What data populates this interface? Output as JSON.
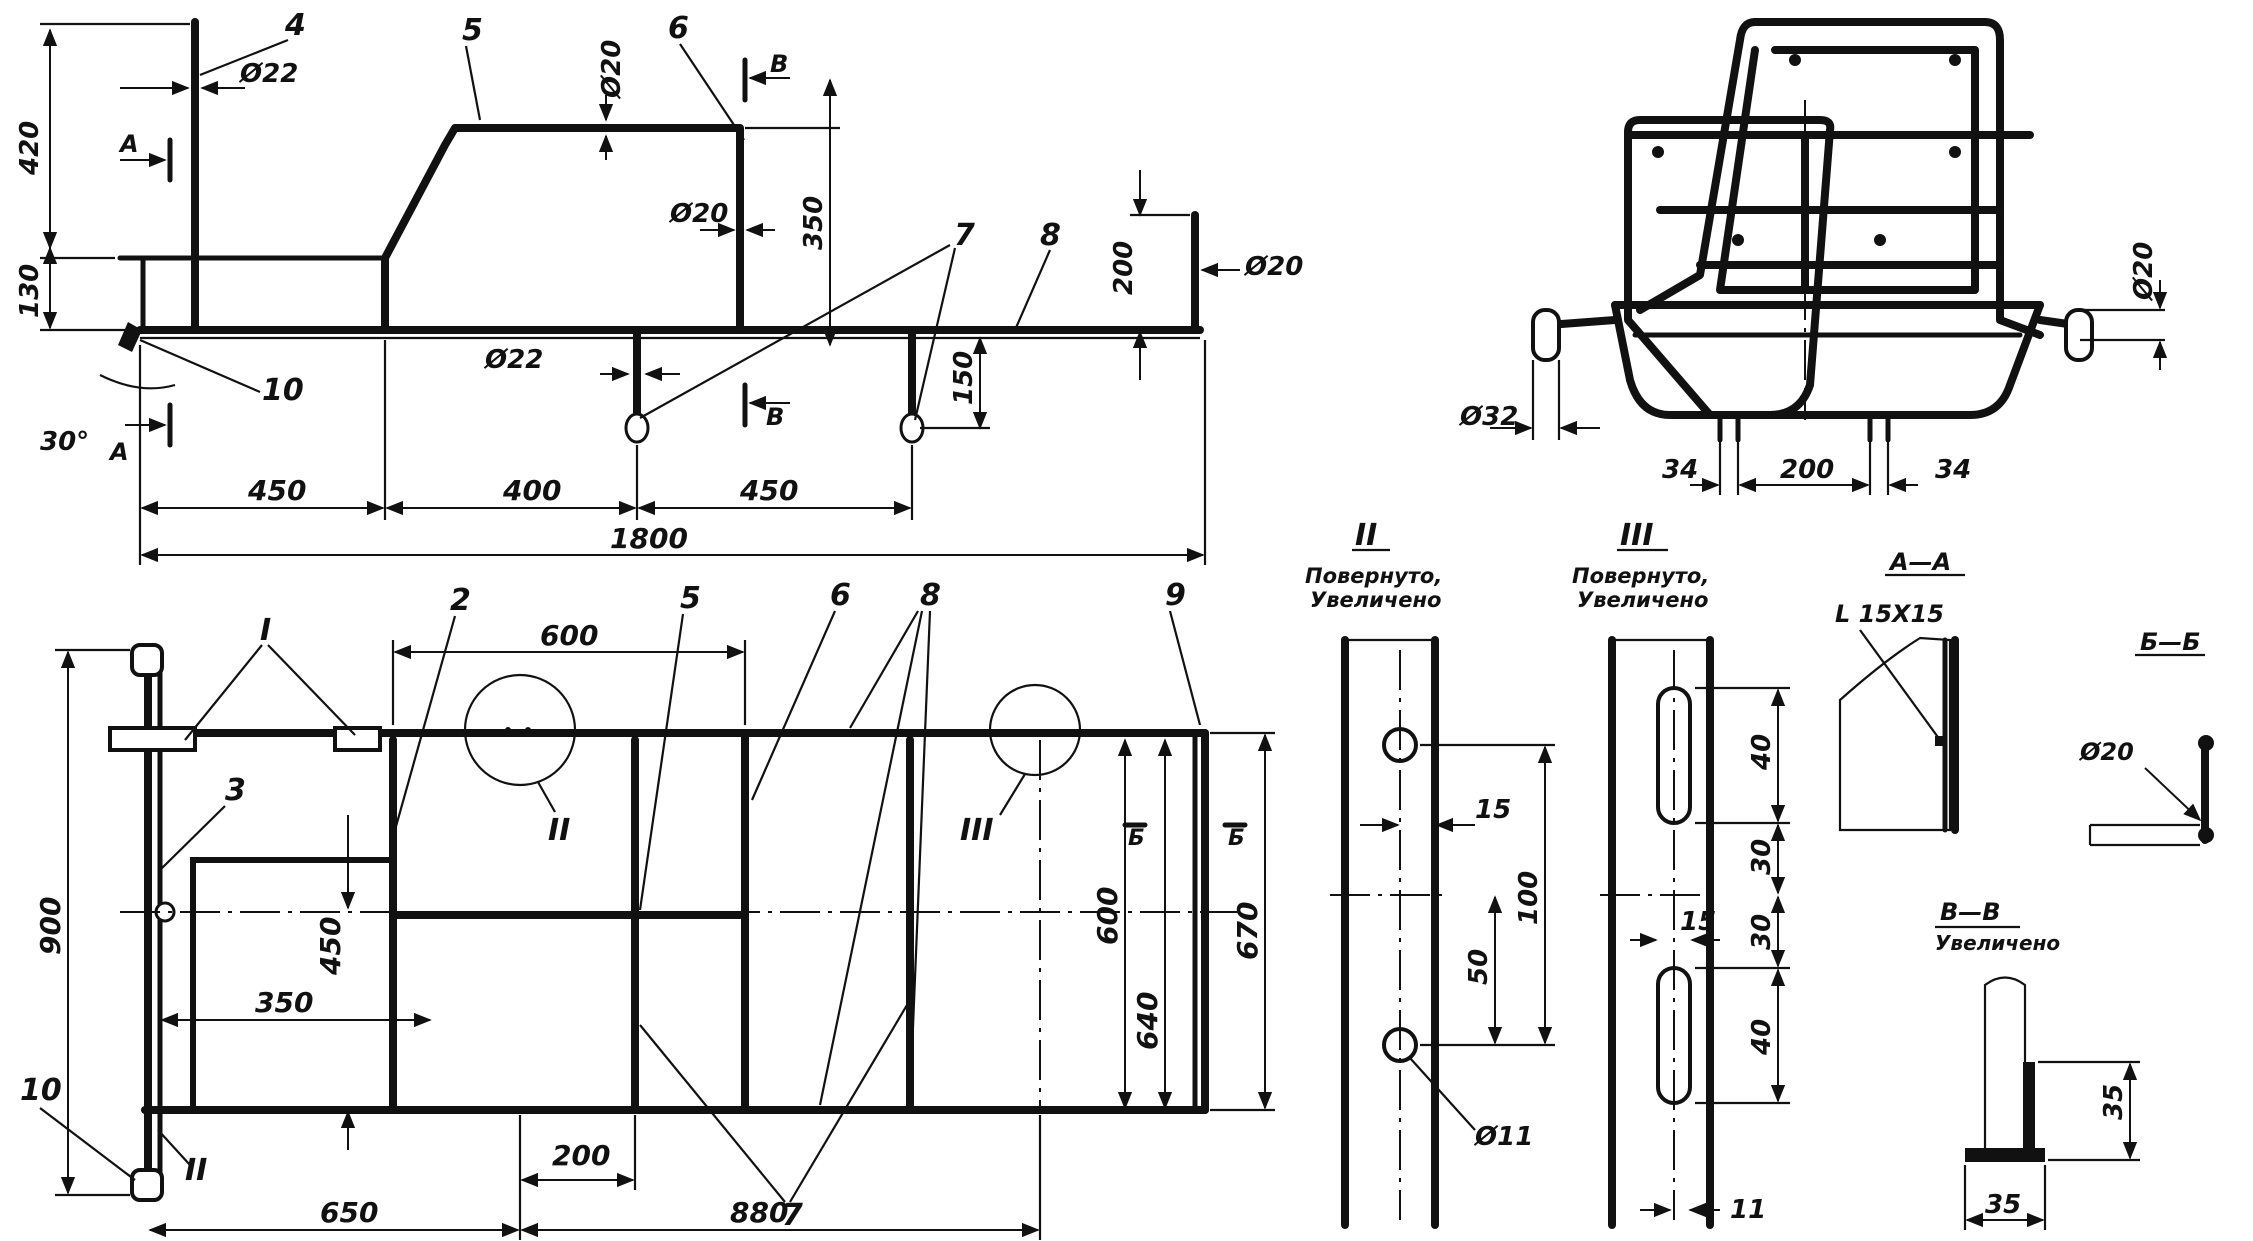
{
  "palette": {
    "ink": "#111111",
    "paper": "#ffffff"
  },
  "side_view": {
    "parts": [
      "4",
      "5",
      "6",
      "7",
      "8",
      "10"
    ],
    "dims": {
      "h420": "420",
      "h130": "130",
      "h350": "350",
      "h200": "200",
      "h150": "150",
      "d22_top": "Ø22",
      "d20_top": "Ø20",
      "d20_mid": "Ø20",
      "d20_right": "Ø20",
      "d22_bottom": "Ø22",
      "angle": "30°",
      "l450a": "450",
      "l400": "400",
      "l450b": "450",
      "l1800": "1800"
    },
    "section_marks": {
      "A": "A",
      "B": "B"
    }
  },
  "front_view": {
    "dims": {
      "d20": "Ø20",
      "d32": "Ø32",
      "w34a": "34",
      "w200": "200",
      "w34b": "34"
    }
  },
  "plan_view": {
    "parts": [
      "I",
      "2",
      "5",
      "6",
      "8",
      "9",
      "3",
      "7",
      "10",
      "II"
    ],
    "dims": {
      "l600": "600",
      "h900": "900",
      "h450": "450",
      "l350": "350",
      "h600": "600",
      "h640": "640",
      "h670": "670",
      "l200": "200",
      "l650": "650",
      "l880": "880"
    },
    "callouts": {
      "II": "II",
      "III": "III"
    },
    "section_marks": {
      "B": "Б"
    }
  },
  "detail_II": {
    "title": "II",
    "note1": "Повернуто,",
    "note2": "Увеличено",
    "dims": {
      "d15": "15",
      "d100": "100",
      "d50": "50",
      "hole": "Ø11"
    }
  },
  "detail_III": {
    "title": "III",
    "note1": "Повернуто,",
    "note2": "Увеличено",
    "dims": {
      "d40a": "40",
      "d30a": "30",
      "d15": "15",
      "d30b": "30",
      "d40b": "40",
      "d11": "11"
    }
  },
  "section_AA": {
    "title": "А—А",
    "angle": "L 15Х15"
  },
  "section_BB_small": {
    "title": "Б—Б",
    "d20": "Ø20"
  },
  "section_VV": {
    "title": "В—В",
    "note": "Увеличено",
    "d35v": "35",
    "d35h": "35"
  }
}
